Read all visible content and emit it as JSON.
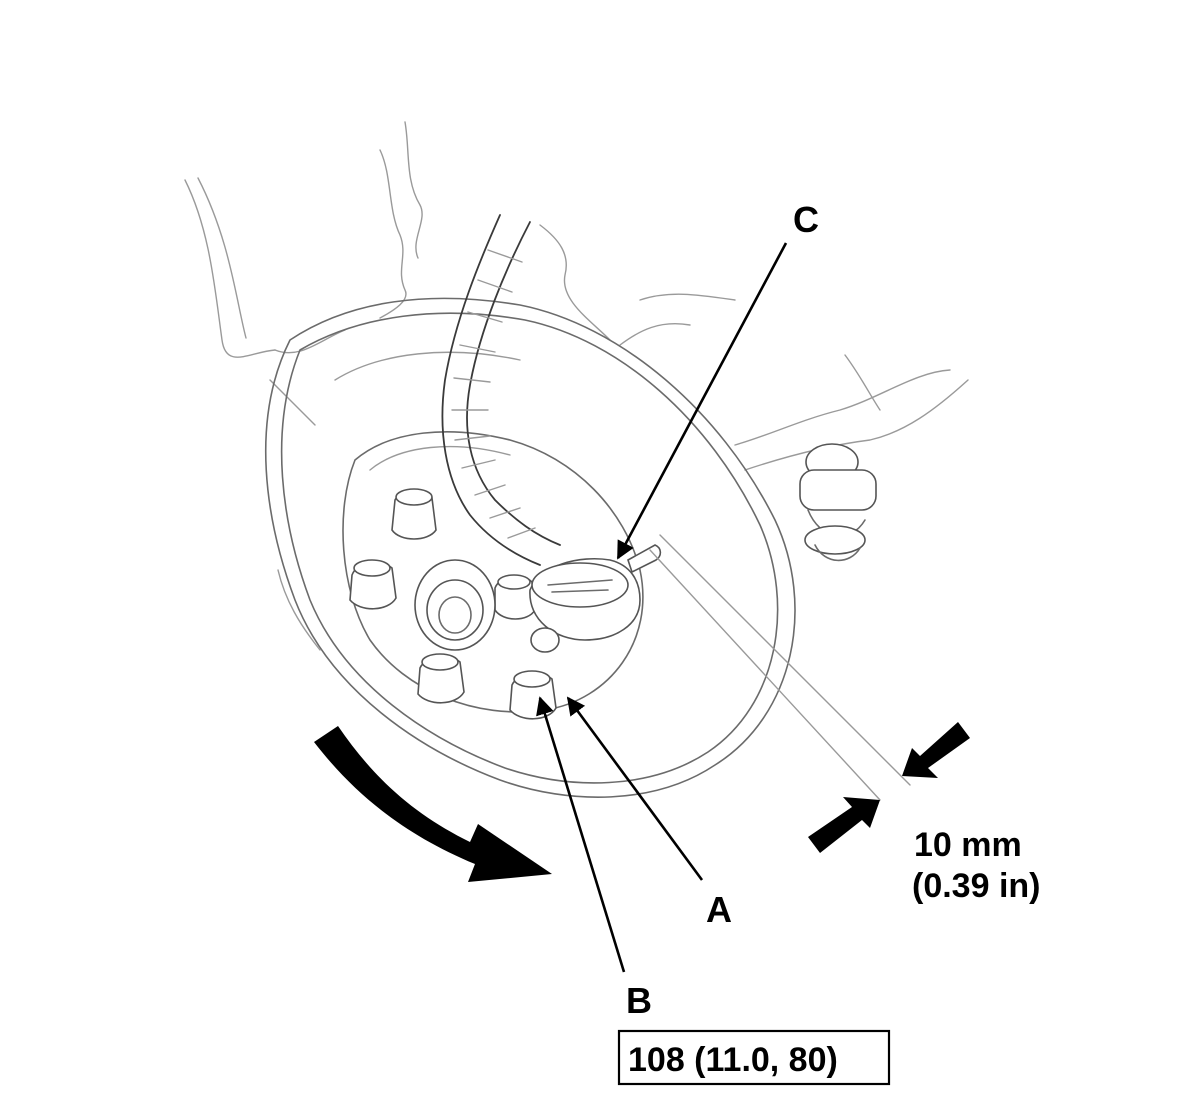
{
  "labels": {
    "a": "A",
    "b": "B",
    "c": "C"
  },
  "dimension": {
    "metric": "10 mm",
    "imperial": "(0.39 in)"
  },
  "torque": {
    "value": "108 (11.0, 80)"
  }
}
